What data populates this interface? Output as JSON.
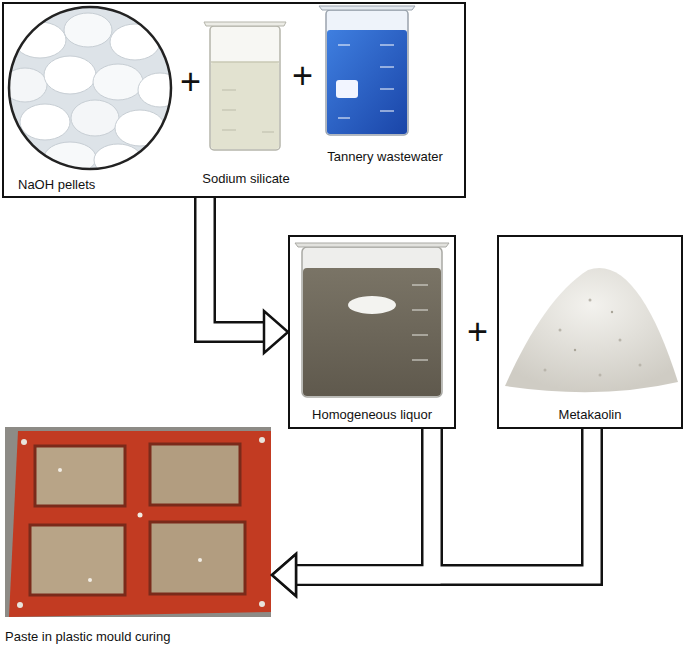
{
  "diagram": {
    "nodes": [
      {
        "text": []
      },
      {
        "text": [
          "NaOH pellets"
        ],
        "in": 0
      },
      {
        "text": [
          "Sodium silicate"
        ],
        "in": 0
      },
      {
        "text": [
          "Tannery wastewater"
        ],
        "in": 0
      },
      {
        "text": [
          "Homogeneous liquor"
        ]
      },
      {
        "text": [
          "Metakaolin"
        ]
      },
      {
        "text": [
          "Paste in plastic mould curing"
        ]
      }
    ],
    "edges": [
      {
        "from": 0,
        "to": 4,
        "arrow": "to"
      },
      {
        "from": 4,
        "to": 6,
        "arrow": "to"
      },
      {
        "from": 5,
        "to": 6,
        "arrow": "to"
      }
    ],
    "labels": [
      "+",
      "+",
      "+"
    ]
  }
}
